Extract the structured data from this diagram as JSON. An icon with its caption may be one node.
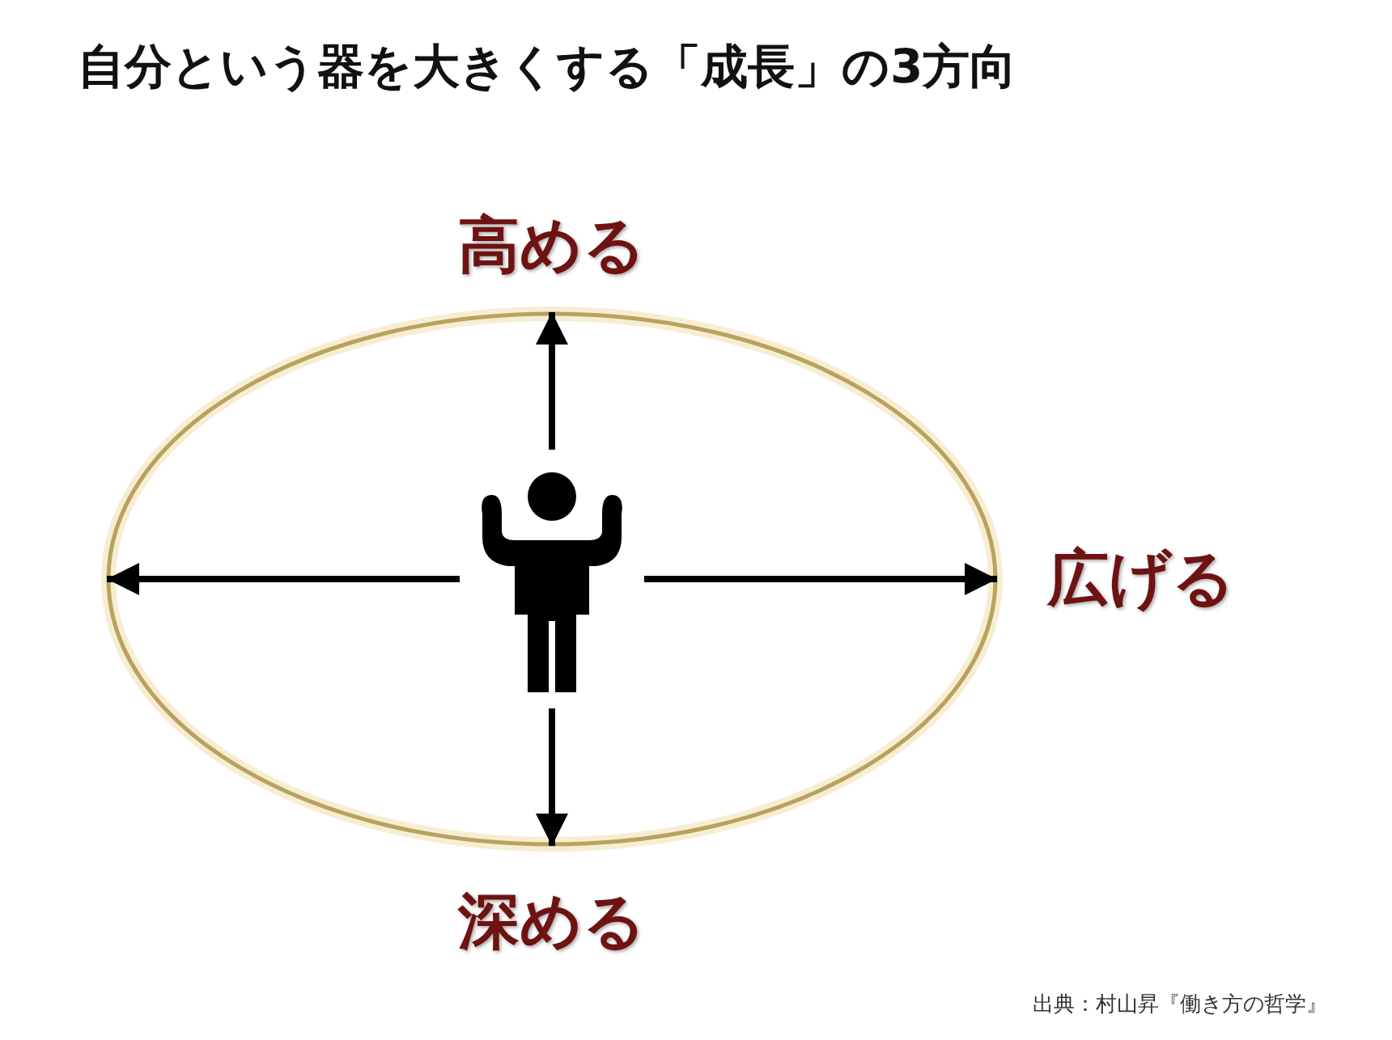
{
  "diagram": {
    "title": "自分という器を大きくする「成長」の3方向",
    "caption": "出典：村山昇『働き方の哲学』",
    "nodes": [
      {
        "text": [],
        "shape": "ellipse"
      },
      {
        "text": [],
        "shape": "person",
        "in": 0
      }
    ],
    "edges": [
      {
        "from": 1,
        "to": 0,
        "arrow": "to"
      },
      {
        "from": 1,
        "to": 0,
        "arrow": "to"
      },
      {
        "from": 1,
        "to": 0,
        "arrow": "to"
      },
      {
        "from": 1,
        "to": 0,
        "arrow": "to"
      }
    ],
    "labels": [
      "高める",
      "広げる",
      "深める"
    ]
  }
}
